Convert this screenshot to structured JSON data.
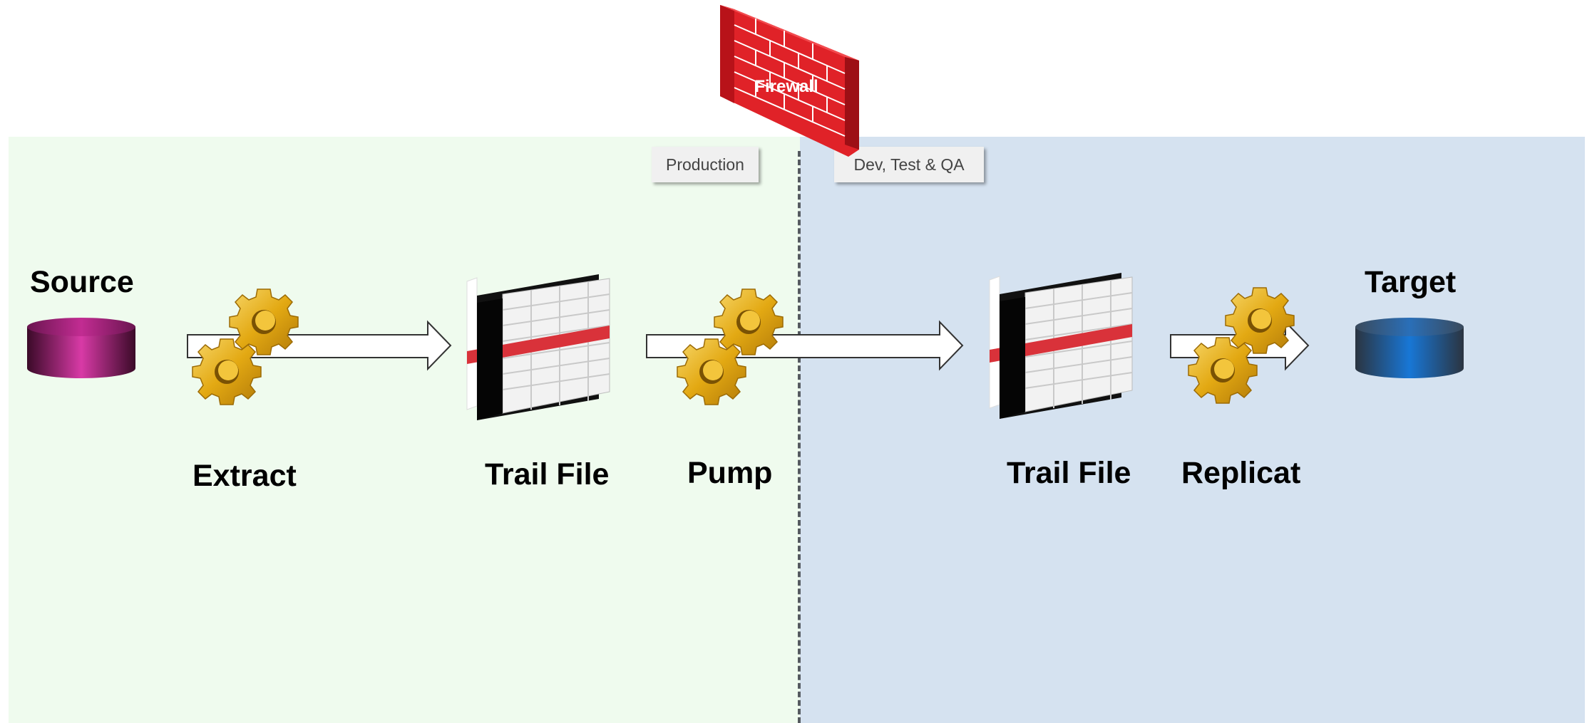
{
  "firewall": {
    "label": "Firewall"
  },
  "zones": {
    "production": "Production",
    "dev_test_qa": "Dev, Test & QA"
  },
  "nodes": {
    "source": "Source",
    "extract": "Extract",
    "trail_file_1": "Trail File",
    "pump": "Pump",
    "trail_file_2": "Trail File",
    "replicat": "Replicat",
    "target": "Target"
  },
  "colors": {
    "production_bg": "#effbee",
    "dev_bg": "#d5e2f0",
    "source_db": "#c42a97",
    "target_db": "#1466c0",
    "gear": "#e0a812",
    "firewall": "#d81e24",
    "trail_band": "#d9323a"
  }
}
